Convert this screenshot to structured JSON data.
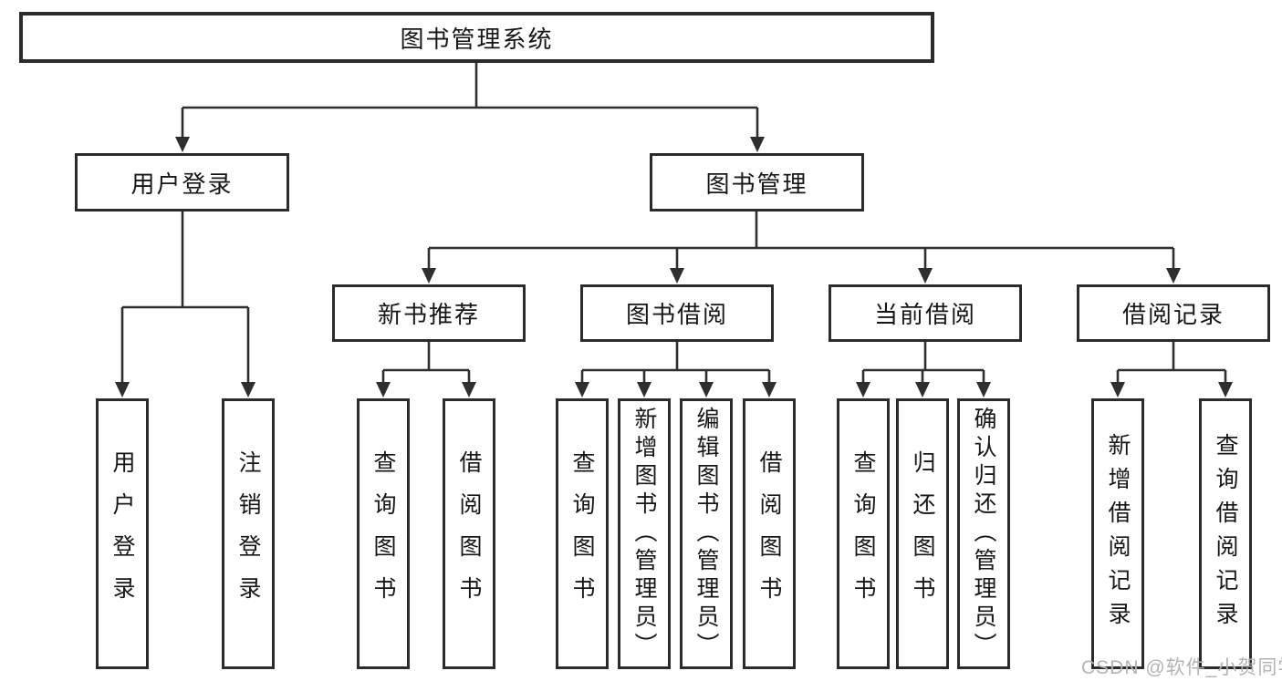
{
  "diagram": {
    "root": {
      "label": "图书管理系统"
    },
    "level2": [
      {
        "label": "用户登录"
      },
      {
        "label": "图书管理"
      }
    ],
    "level3": [
      {
        "label": "新书推荐"
      },
      {
        "label": "图书借阅"
      },
      {
        "label": "当前借阅"
      },
      {
        "label": "借阅记录"
      }
    ],
    "leaves": {
      "user_login": [
        {
          "label": "用户登录"
        },
        {
          "label": "注销登录"
        }
      ],
      "new_books": [
        {
          "label": "查询图书"
        },
        {
          "label": "借阅图书"
        }
      ],
      "book_borrow": [
        {
          "label": "查询图书"
        },
        {
          "label": "新增图书（管理员）"
        },
        {
          "label": "编辑图书（管理员）"
        },
        {
          "label": "借阅图书"
        }
      ],
      "current_borrow": [
        {
          "label": "查询图书"
        },
        {
          "label": "归还图书"
        },
        {
          "label": "确认归还（管理员）"
        }
      ],
      "borrow_records": [
        {
          "label": "新增借阅记录"
        },
        {
          "label": "查询借阅记录"
        }
      ]
    }
  },
  "watermark": "CSDN @软件_小贺同学",
  "colors": {
    "line": "#2e2e2e",
    "box_border": "#2b2b2b",
    "box_fill": "#ffffff",
    "text": "#161616",
    "watermark": "#b3b3b3"
  }
}
